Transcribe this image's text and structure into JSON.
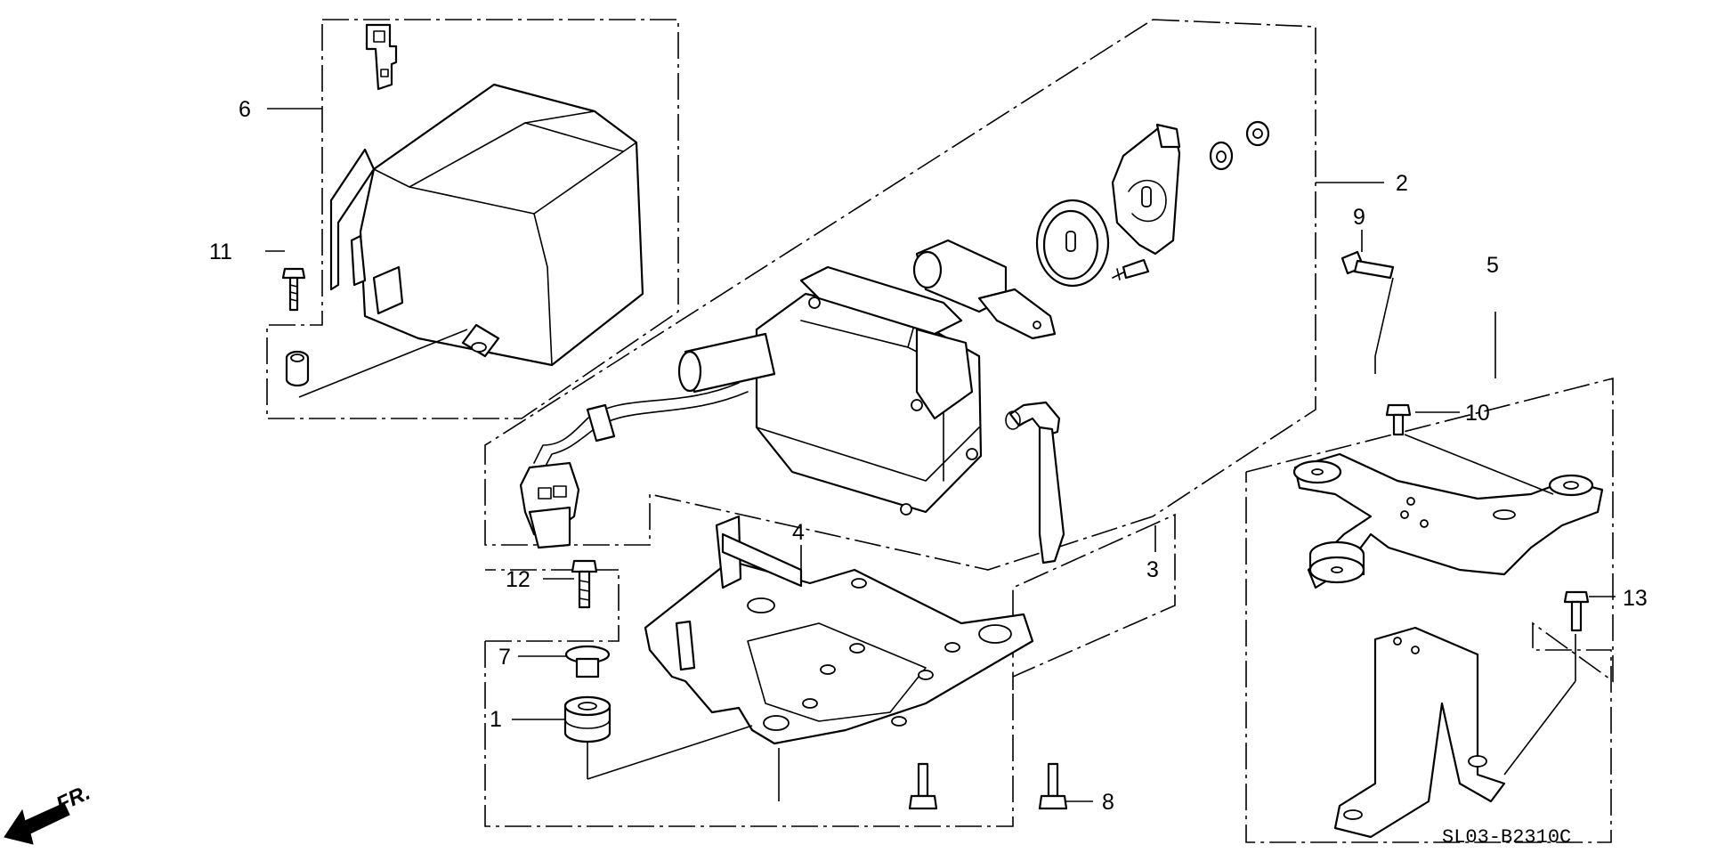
{
  "diagram": {
    "callouts": {
      "c1": "1",
      "c2": "2",
      "c3": "3",
      "c4": "4",
      "c5": "5",
      "c6": "6",
      "c7": "7",
      "c8": "8",
      "c9": "9",
      "c10": "10",
      "c11": "11",
      "c12": "12",
      "c13": "13"
    },
    "diagram_code": "SL03-B2310C",
    "front_arrow_label": "FR."
  }
}
